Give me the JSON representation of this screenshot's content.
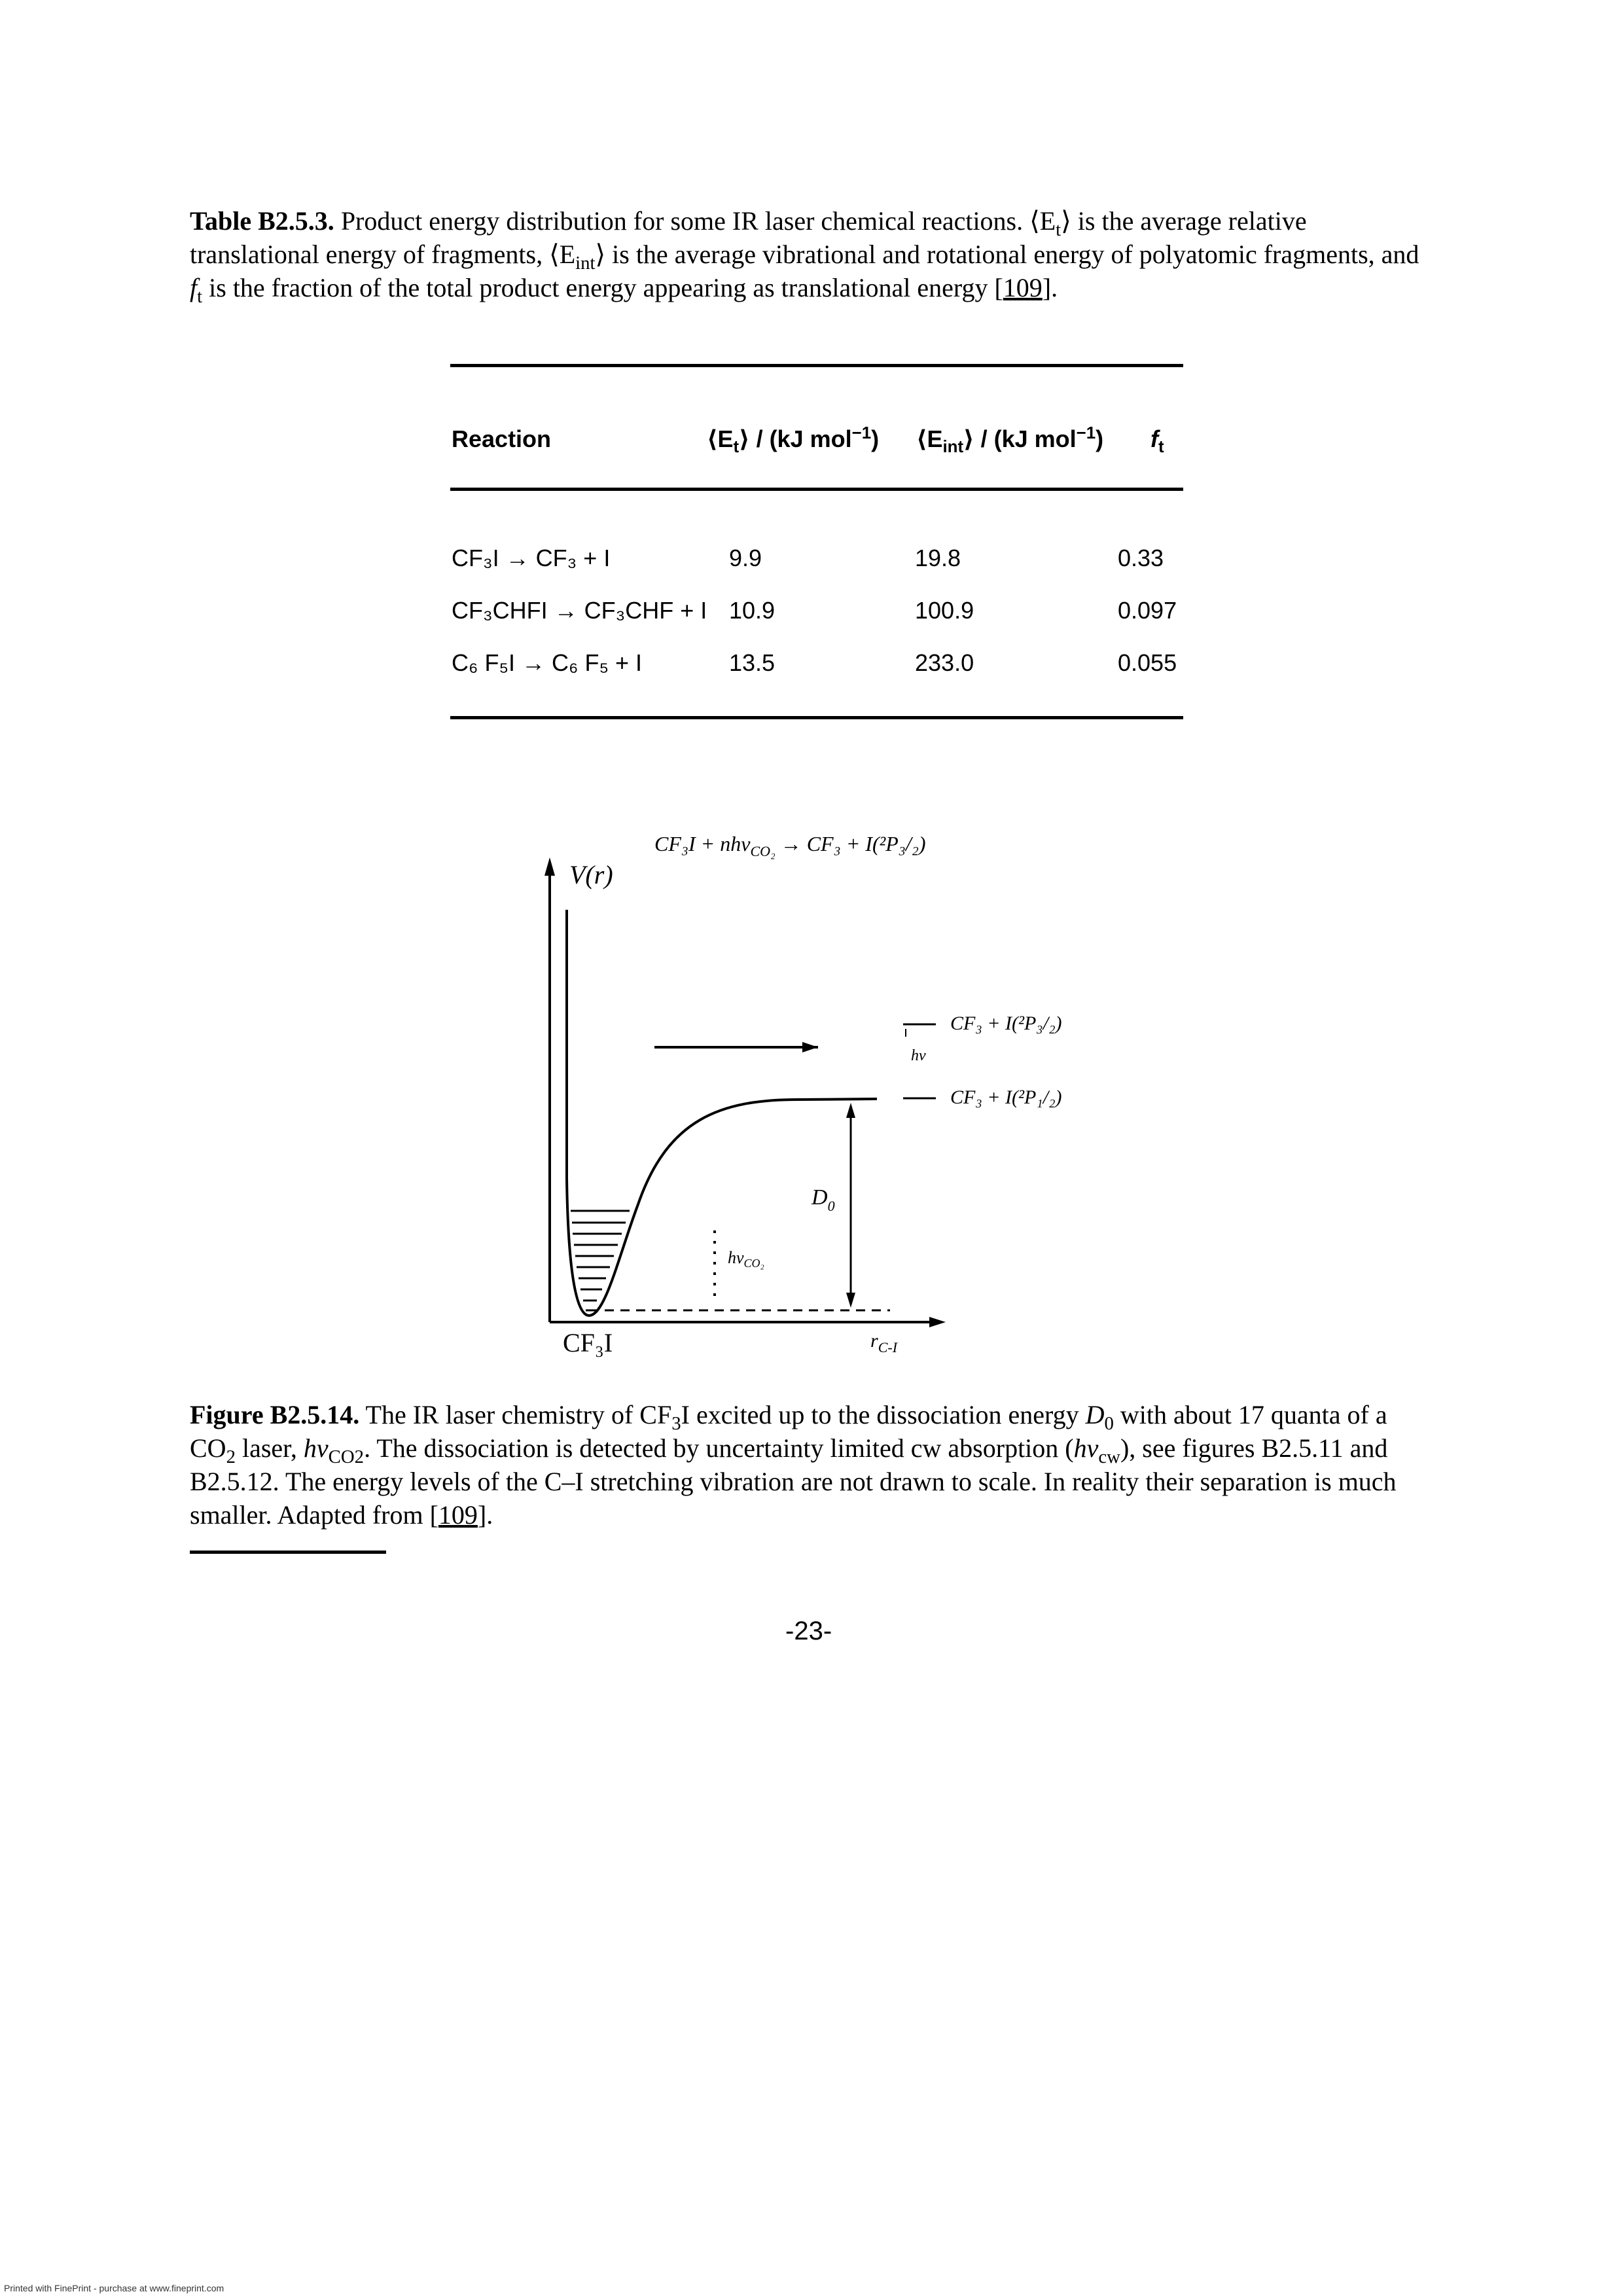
{
  "table_caption": {
    "label": "Table B2.5.3.",
    "t1": " Product energy distribution for some IR laser chemical reactions. ⟨E",
    "s1": "t",
    "t2": "⟩ is the average relative translational energy of fragments, ⟨E",
    "s2": "int",
    "t3": "⟩ is the average vibrational and rotational energy of polyatomic fragments, and ",
    "f": "f",
    "s3": "t",
    "t4": " is the fraction of the total product energy appearing as translational energy [",
    "ref": "109",
    "t5": "]."
  },
  "table": {
    "headers": {
      "reaction": "Reaction",
      "et_open": "⟨E",
      "et_sub": "t",
      "et_close": "⟩ / (kJ mol",
      "et_sup": "−1",
      "et_end": ")",
      "eint_open": "⟨E",
      "eint_sub": "int",
      "eint_close": "⟩ / (kJ mol",
      "eint_sup": "−1",
      "eint_end": ")",
      "ft": "f",
      "ft_sub": "t"
    },
    "rows": [
      {
        "reaction": "CF₃I → CF₃ + I",
        "et": "9.9",
        "eint": "19.8",
        "ft": "0.33"
      },
      {
        "reaction": "CF₃CHFI → CF₃CHF + I",
        "et": "10.9",
        "eint": "100.9",
        "ft": "0.097"
      },
      {
        "reaction": "C₆ F₅I → C₆ F₅ + I",
        "et": "13.5",
        "eint": "233.0",
        "ft": "0.055"
      }
    ]
  },
  "figure": {
    "top_label": "CF₃I + nhν",
    "top_label_sub": "CO₂",
    "top_label_end": " → CF₃ + I(²P₃/₂)",
    "y_label": "V(r)",
    "upper_level": "CF₃ + I(²P₃/₂)",
    "hv_label": "hν",
    "lower_level": "CF₃ + I(²P₁/₂)",
    "d0_label": "D",
    "d0_sub": "0",
    "hv_co2_label": "hν",
    "hv_co2_sub": "CO₂",
    "molecule_label": "CF₃I",
    "x_label": "r",
    "x_label_sub": "C-I"
  },
  "figure_caption": {
    "label": "Figure B2.5.14.",
    "t1": " The IR laser chemistry of CF",
    "s1": "3",
    "t2": "I excited up to the dissociation energy ",
    "d": "D",
    "s2": "0",
    "t3": " with about 17 quanta of a CO",
    "s3": "2",
    "t4": " laser, ",
    "hv1": "hν",
    "s4": "CO2",
    "t5": ". The dissociation is detected by uncertainty limited cw absorption (",
    "hv2": "hν",
    "s5": "cw",
    "t6": "), see figures B2.5.11 and B2.5.12. The energy levels of the C–I stretching vibration are not drawn to scale. In reality their separation is much smaller. Adapted from [",
    "ref": "109",
    "t7": "]."
  },
  "page_number": "-23-",
  "footer": "Printed with FinePrint - purchase at www.fineprint.com"
}
